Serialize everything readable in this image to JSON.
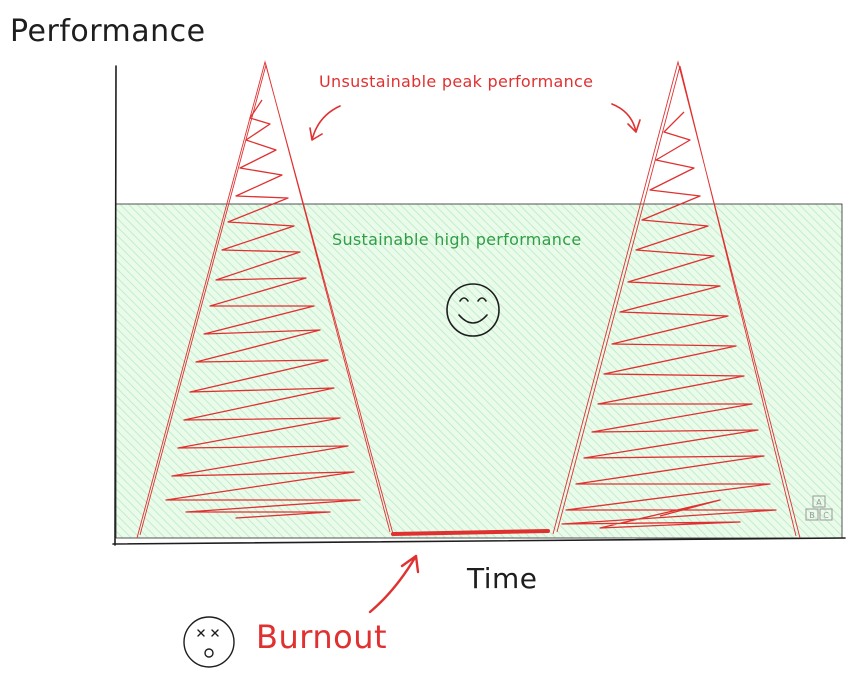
{
  "diagram": {
    "y_axis_label": "Performance",
    "x_axis_label": "Time",
    "annotations": {
      "peak": "Unsustainable peak performance",
      "sustainable": "Sustainable high performance",
      "burnout": "Burnout"
    },
    "icons": {
      "happy_face": "smiley-face-icon",
      "dead_face": "dizzy-face-icon",
      "logo": "abc-blocks-icon"
    },
    "colors": {
      "ink": "#1e1e1e",
      "red": "#e03131",
      "green": "#2f9e44",
      "green_fill": "#b2f2bb"
    }
  }
}
